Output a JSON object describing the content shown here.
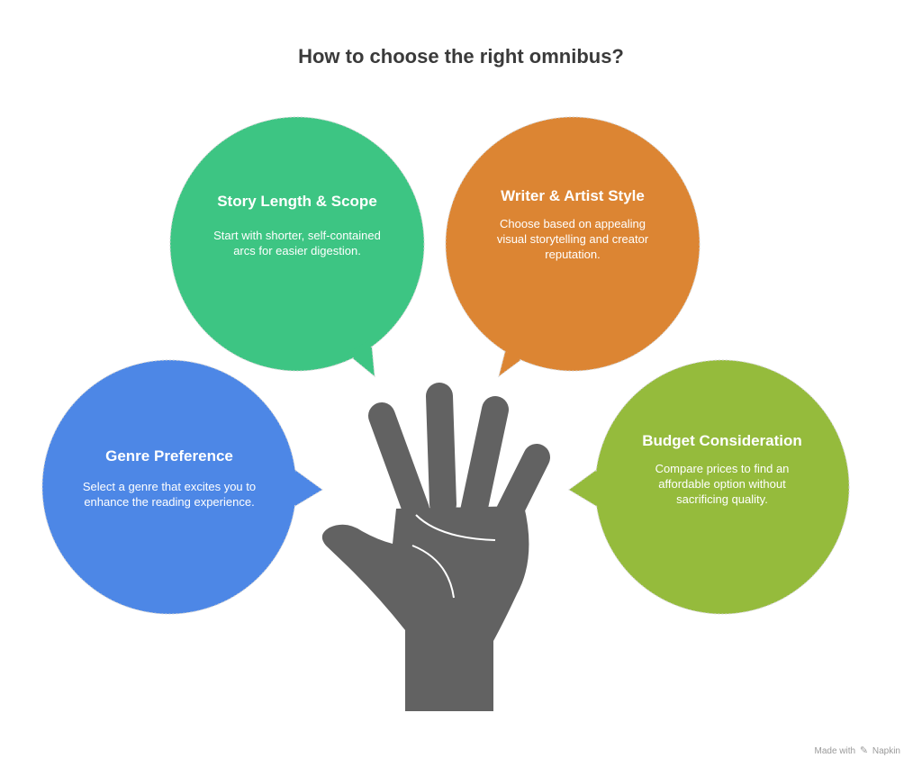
{
  "title": "How to choose the right omnibus?",
  "colors": {
    "green": "#3DC583",
    "orange": "#DC8533",
    "blue": "#4D87E6",
    "lime": "#95BB3C",
    "hand": "#626262",
    "text": "#3a3a3a"
  },
  "bubbles": {
    "story": {
      "title": "Story Length & Scope",
      "description": "Start with shorter, self-contained arcs for easier digestion."
    },
    "writer": {
      "title": "Writer & Artist Style",
      "description": "Choose based on appealing visual storytelling and creator reputation."
    },
    "genre": {
      "title": "Genre Preference",
      "description": "Select a genre that excites you to enhance the reading experience."
    },
    "budget": {
      "title": "Budget Consideration",
      "description": "Compare prices to find an affordable option without sacrificing quality."
    }
  },
  "footer": {
    "made_with": "Made with",
    "brand": "Napkin",
    "icon": "napkin-logo-icon"
  }
}
